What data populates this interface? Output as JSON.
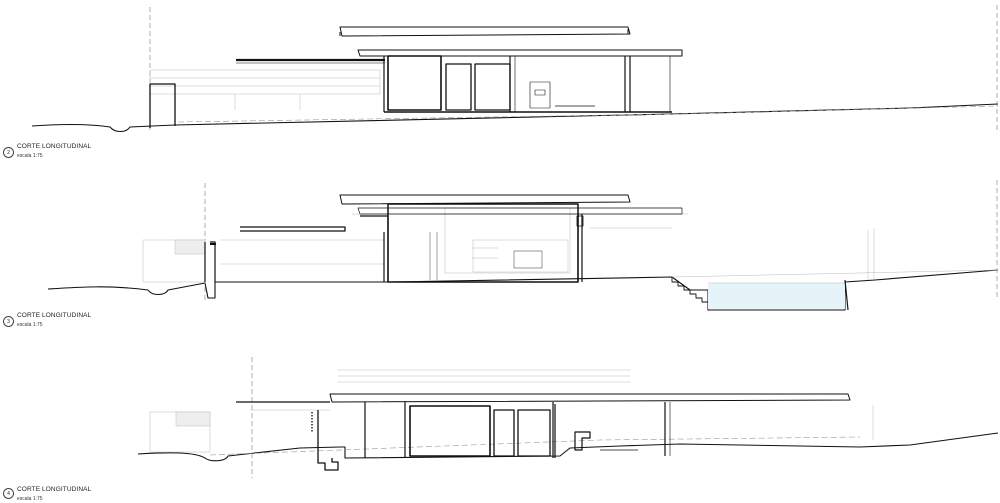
{
  "sections": [
    {
      "number": "2",
      "title": "CORTE LONGITUDINAL",
      "scale": "escala 1:75"
    },
    {
      "number": "3",
      "title": "CORTE LONGITUDINAL",
      "scale": "escala 1:75"
    },
    {
      "number": "4",
      "title": "CORTE LONGITUDINAL",
      "scale": "escala 1:75"
    }
  ],
  "colors": {
    "line": "#111111",
    "ghost": "#bdbdbd",
    "pool": "#e3f4f8",
    "dashed": "#999999"
  }
}
